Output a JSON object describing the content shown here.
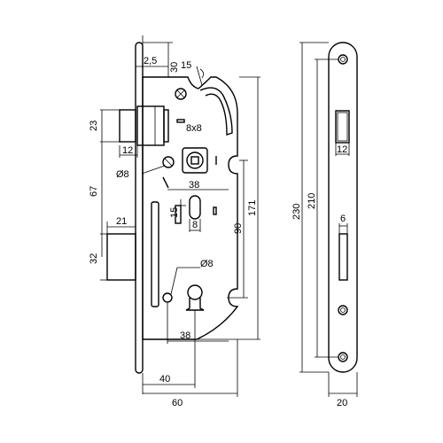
{
  "dimensions": {
    "d2_5": "2,5",
    "d30": "30",
    "d15_top": "15",
    "d8x8": "8x8",
    "d23": "23",
    "d12_left": "12",
    "d8_dia_top": "Ø8",
    "d38_top": "38",
    "d67": "67",
    "d15_mid": "15",
    "d8_mid": "8",
    "d90": "90",
    "d171": "171",
    "d21": "21",
    "d32": "32",
    "d8_dia_bottom": "Ø8",
    "d38_bottom": "38",
    "d40": "40",
    "d60": "60",
    "d230": "230",
    "d210": "210",
    "d12_right": "12",
    "d6": "6",
    "d20": "20"
  }
}
